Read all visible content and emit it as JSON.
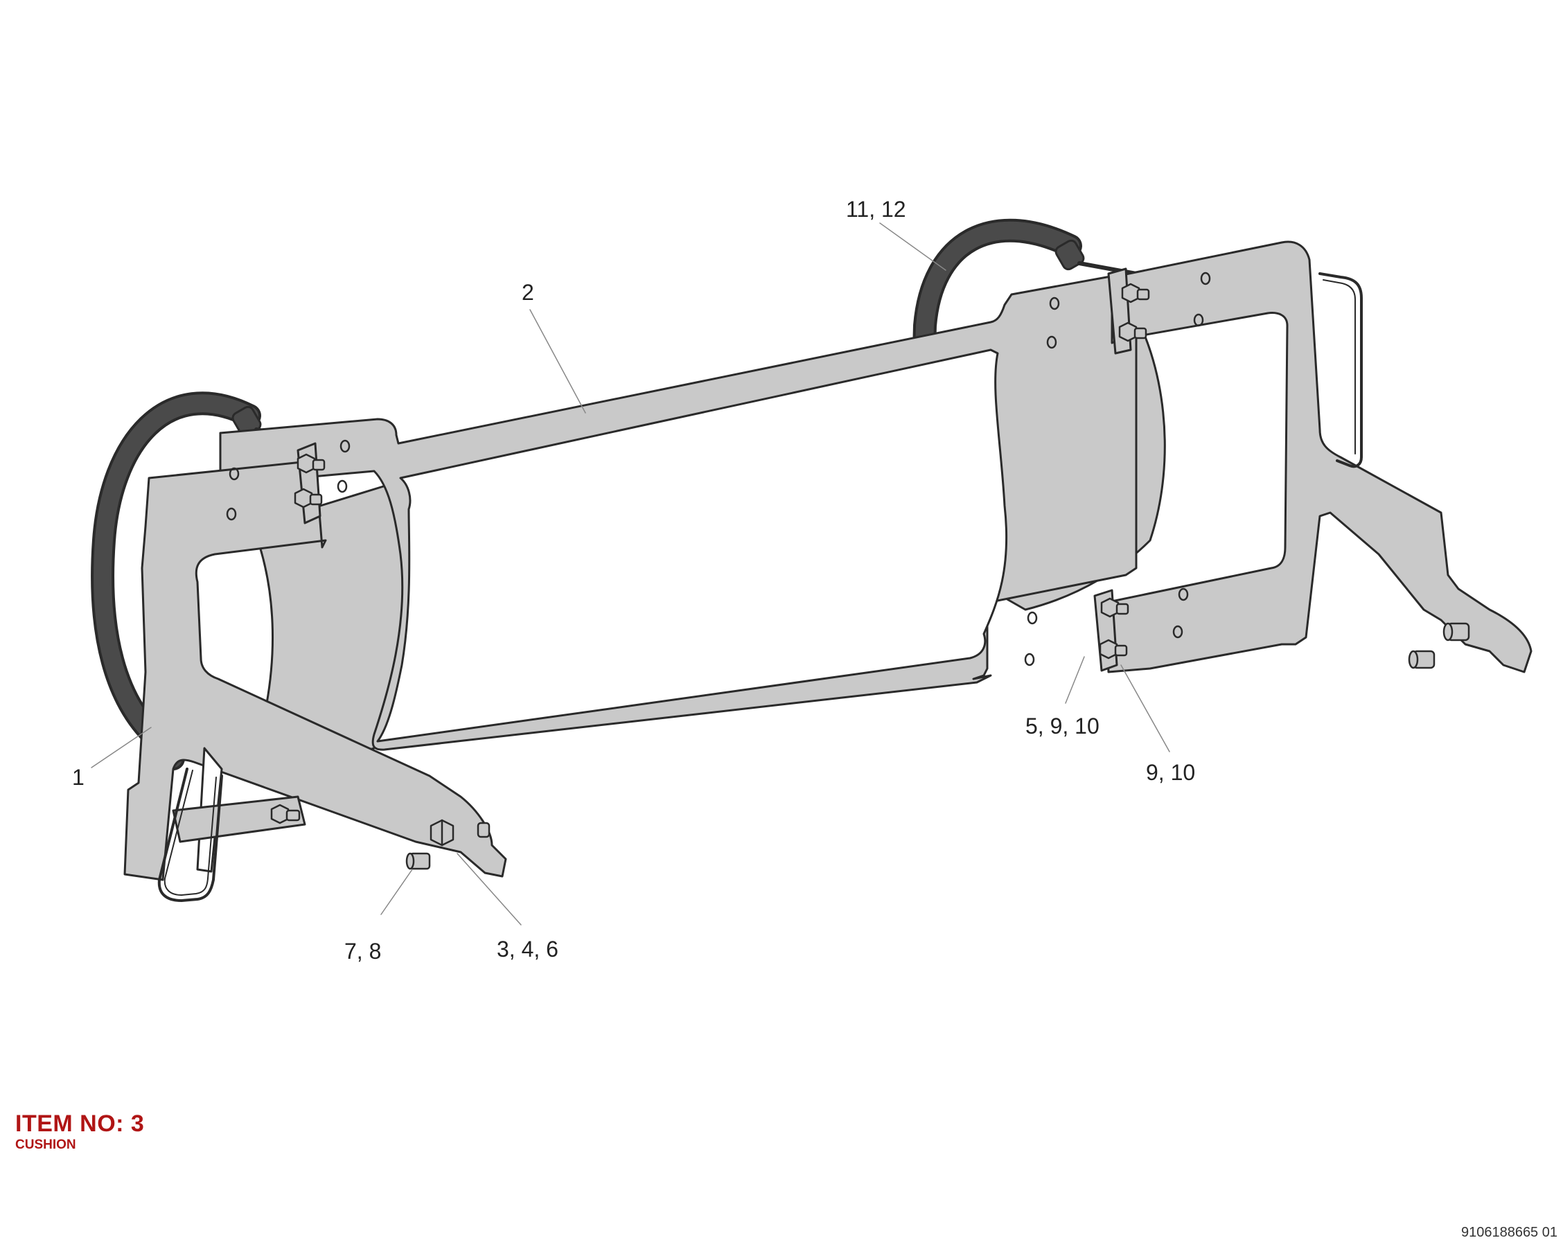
{
  "callouts": {
    "c1": "1",
    "c2": "2",
    "c3": "11, 12",
    "c4": "5, 9, 10",
    "c5": "9, 10",
    "c6": "7, 8",
    "c7": "3, 4, 6"
  },
  "item": {
    "title": "ITEM NO: 3",
    "subtitle": "CUSHION"
  },
  "drawing_number": "9106188665 01",
  "colors": {
    "part_fill": "#c9c9c9",
    "outline": "#2a2a2a",
    "cushion": "#4a4a4a",
    "title_red": "#b01515"
  }
}
